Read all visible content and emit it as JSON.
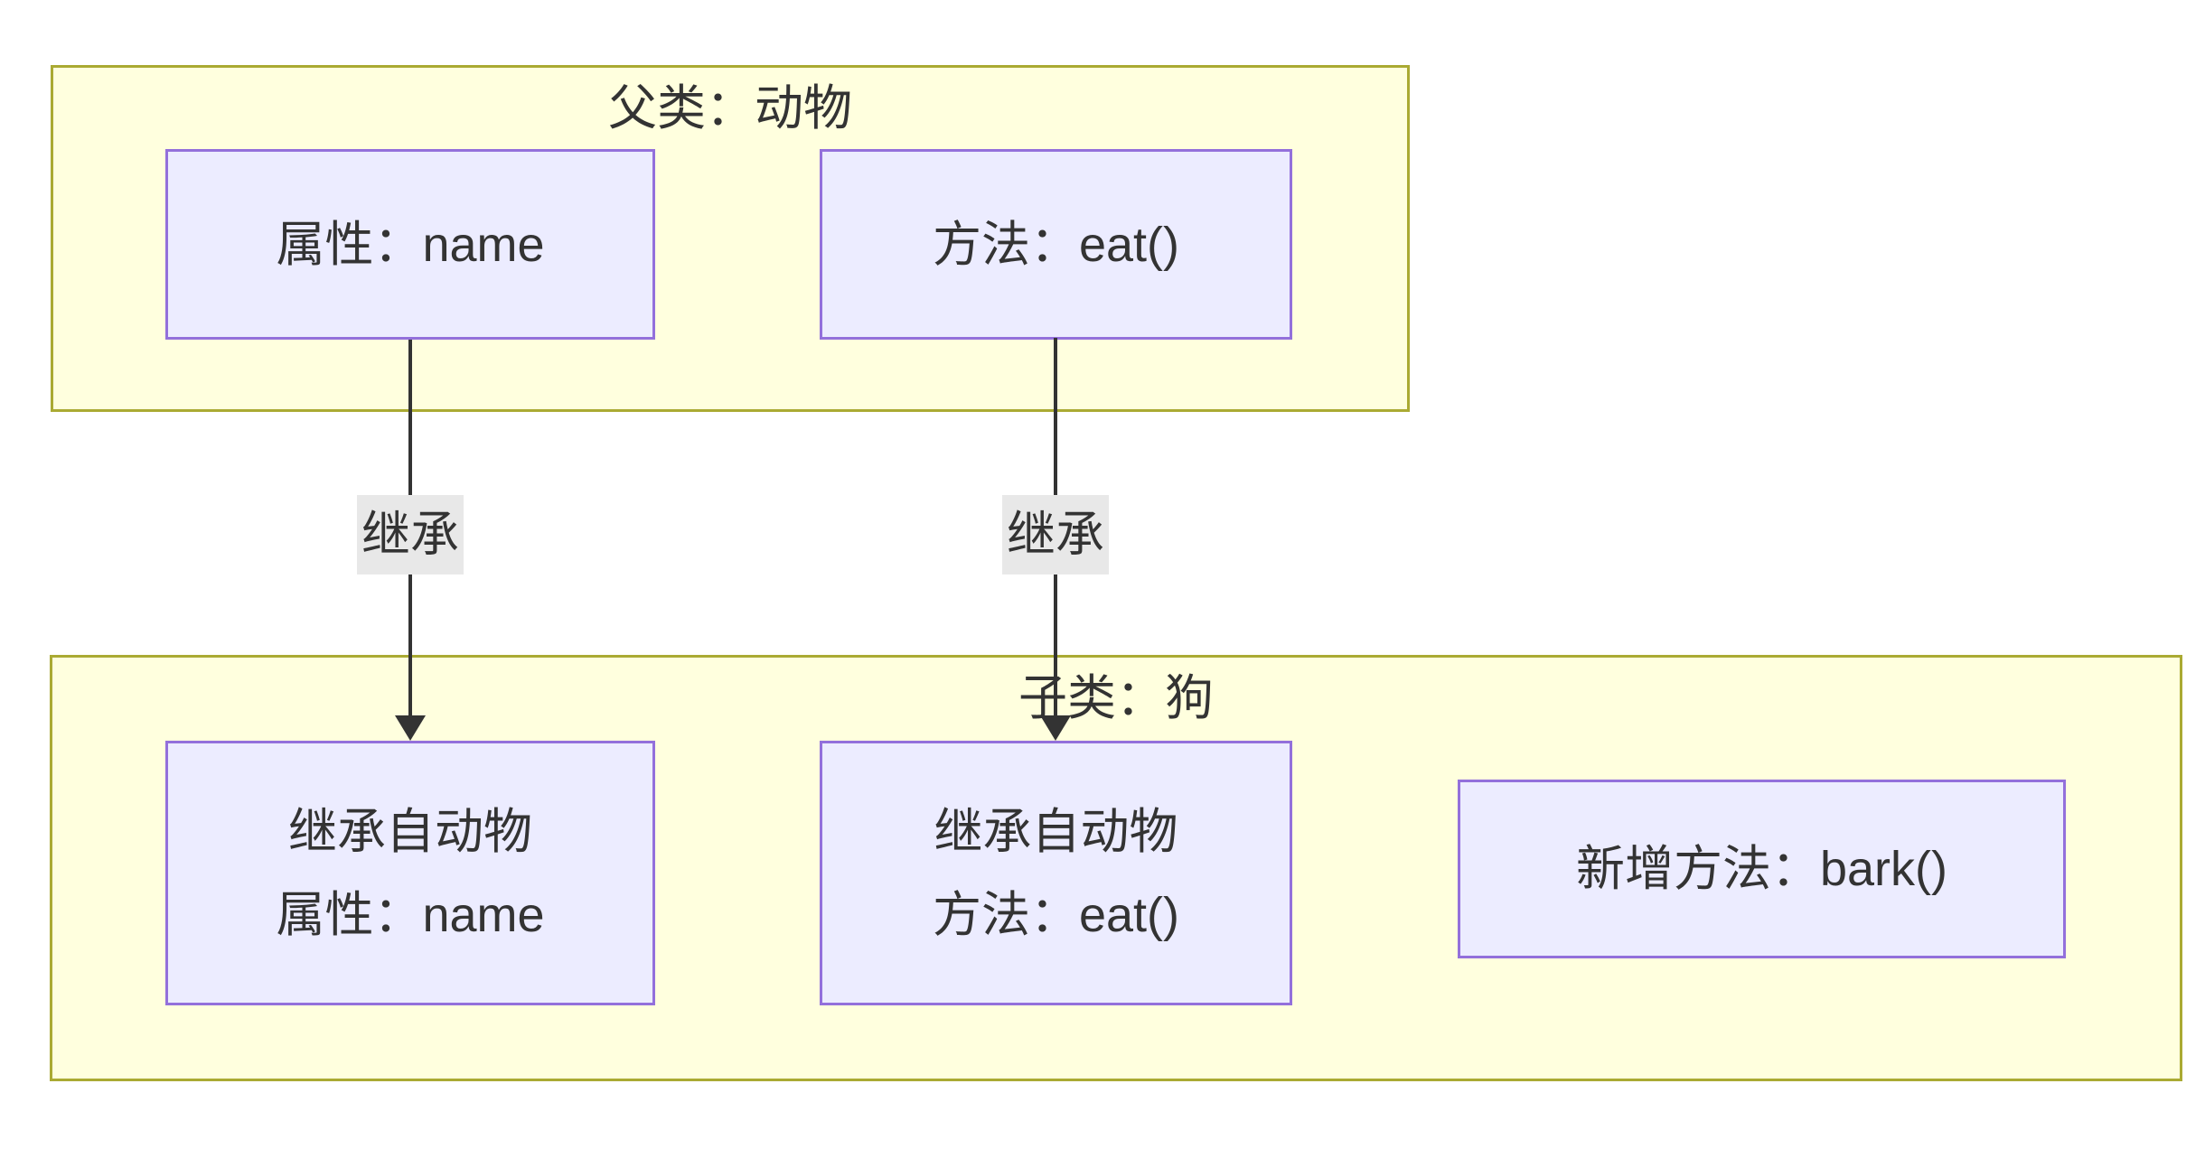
{
  "diagram": {
    "type": "flowchart",
    "direction": "top-down",
    "clusters": [
      {
        "id": "parent",
        "label": "父类：动物"
      },
      {
        "id": "child",
        "label": "子类：狗"
      }
    ],
    "nodes": [
      {
        "id": "parent-attribute",
        "cluster": "parent",
        "lines": [
          "属性：name"
        ]
      },
      {
        "id": "parent-method",
        "cluster": "parent",
        "lines": [
          "方法：eat()"
        ]
      },
      {
        "id": "child-attribute",
        "cluster": "child",
        "lines": [
          "继承自动物",
          "属性：name"
        ]
      },
      {
        "id": "child-method",
        "cluster": "child",
        "lines": [
          "继承自动物",
          "方法：eat()"
        ]
      },
      {
        "id": "child-new-method",
        "cluster": "child",
        "lines": [
          "新增方法：bark()"
        ]
      }
    ],
    "edges": [
      {
        "from": "parent-attribute",
        "to": "child-attribute",
        "label": "继承"
      },
      {
        "from": "parent-method",
        "to": "child-method",
        "label": "继承"
      }
    ],
    "colors": {
      "background": "#ffffff",
      "cluster_fill": "#ffffde",
      "cluster_border": "#aaaa33",
      "node_fill": "#ececff",
      "node_border": "#9370db",
      "edge_stroke": "#333333",
      "edge_label_bg": "#e8e8e8",
      "text": "#333333"
    }
  }
}
